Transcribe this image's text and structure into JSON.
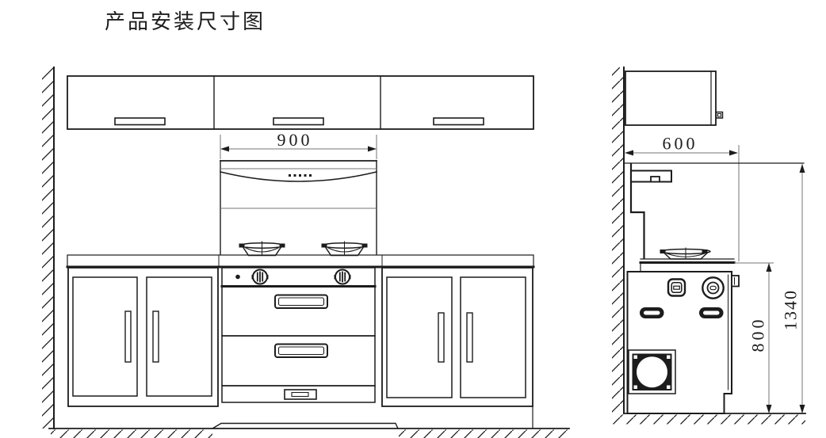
{
  "title": "产品安装尺寸图",
  "colors": {
    "line": "#1c1c1c",
    "dim": "#757575",
    "background": "#ffffff"
  },
  "front_view": {
    "name": "front elevation",
    "hood_width_label": "900"
  },
  "side_view": {
    "name": "side section",
    "depth_label": "600",
    "counter_height_label": "800",
    "total_height_label": "1340"
  }
}
